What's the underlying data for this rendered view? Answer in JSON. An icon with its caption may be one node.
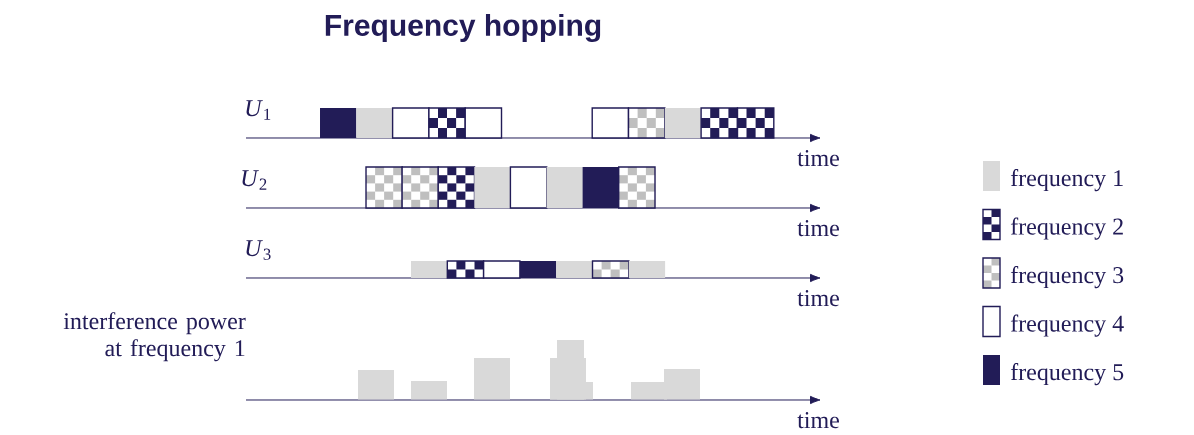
{
  "diagram": {
    "title": "Frequency hopping",
    "labels": [
      "*U*$_{1}$",
      "time",
      "*U*$_{2}$",
      "time",
      "*U*$_{3}$",
      "time",
      "interference power at frequency 1",
      "time"
    ],
    "legend": [
      {
        "text": "frequency 1",
        "color": "#d9d9d9"
      },
      {
        "text": "frequency 2"
      },
      {
        "text": "frequency 3"
      },
      {
        "text": "frequency 4"
      },
      {
        "text": "frequency 5",
        "color": "#221c57"
      }
    ]
  }
}
